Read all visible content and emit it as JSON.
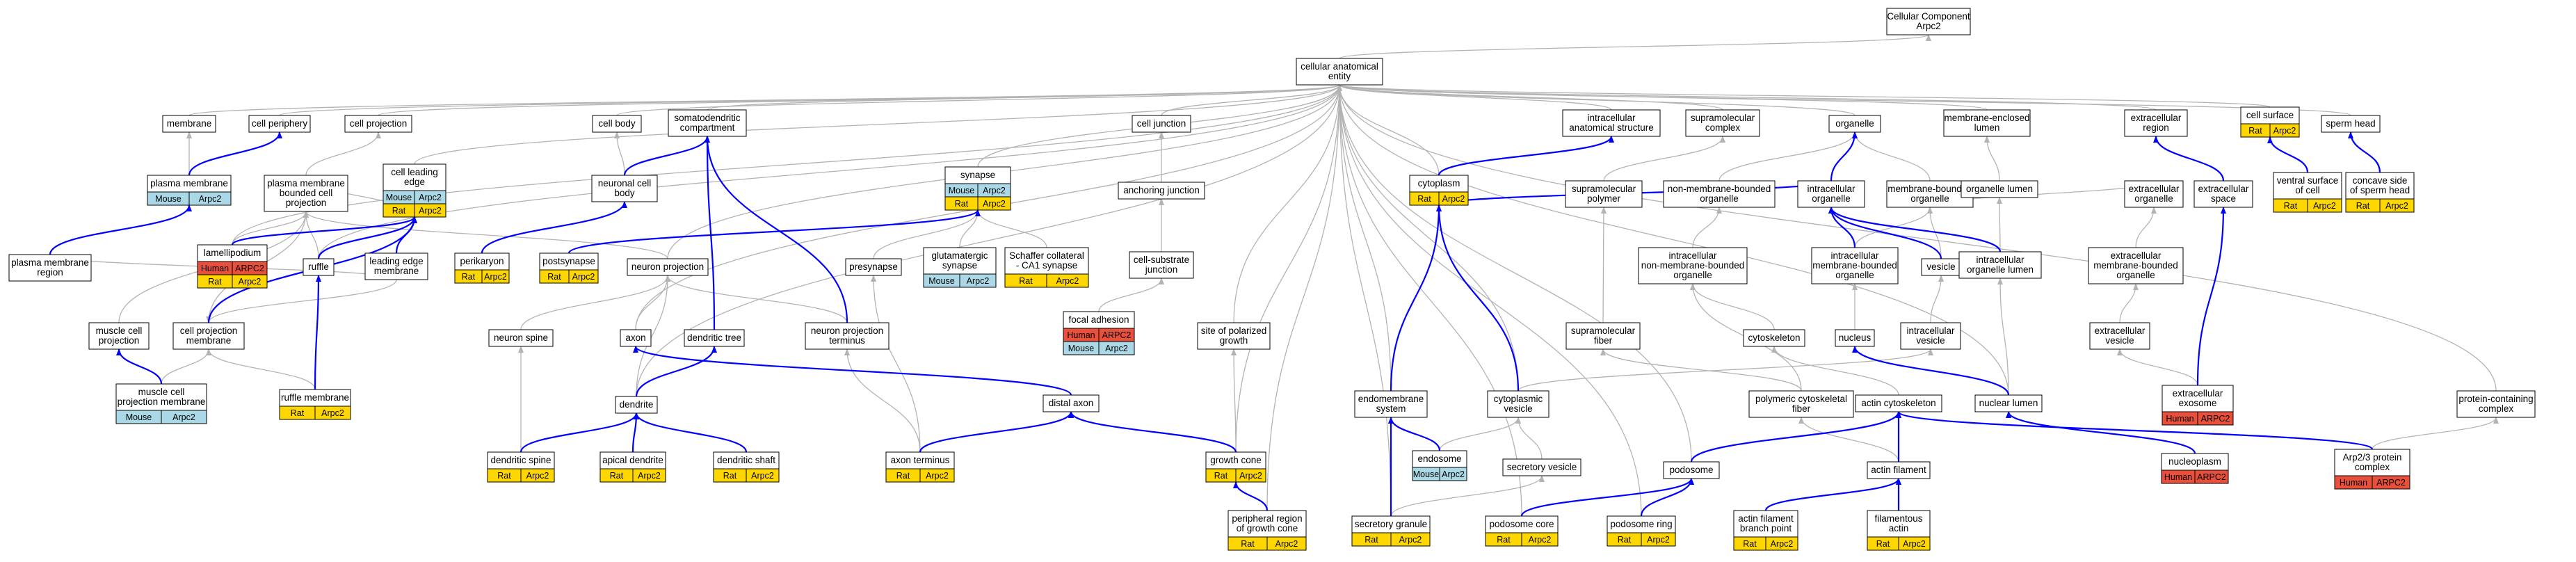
{
  "palette": {
    "mouse": "#aad8e6",
    "rat": "#ffd700",
    "human": "#e8503c",
    "edge_is_a": "#b3b3b3",
    "edge_part_of": "#0000ff"
  },
  "nodes": [
    {
      "id": "cc",
      "lines": [
        "Cellular Component",
        "Arpc2"
      ]
    },
    {
      "id": "cae",
      "lines": [
        "cellular anatomical",
        "entity"
      ]
    },
    {
      "id": "membrane",
      "lines": [
        "membrane"
      ]
    },
    {
      "id": "cellperiph",
      "lines": [
        "cell periphery"
      ]
    },
    {
      "id": "cellproj",
      "lines": [
        "cell projection"
      ]
    },
    {
      "id": "cellbody",
      "lines": [
        "cell body"
      ]
    },
    {
      "id": "somato",
      "lines": [
        "somatodendritic",
        "compartment"
      ]
    },
    {
      "id": "celljunc",
      "lines": [
        "cell junction"
      ]
    },
    {
      "id": "iastruct",
      "lines": [
        "intracellular",
        "anatomical structure"
      ]
    },
    {
      "id": "supracomplex",
      "lines": [
        "supramolecular",
        "complex"
      ]
    },
    {
      "id": "organelle",
      "lines": [
        "organelle"
      ]
    },
    {
      "id": "mel",
      "lines": [
        "membrane-enclosed",
        "lumen"
      ]
    },
    {
      "id": "ecregion",
      "lines": [
        "extracellular",
        "region"
      ]
    },
    {
      "id": "cellsurface",
      "lines": [
        "cell surface"
      ],
      "tags": [
        [
          "Rat",
          "rat"
        ],
        [
          "Arpc2",
          "rat"
        ]
      ]
    },
    {
      "id": "spermhead",
      "lines": [
        "sperm head"
      ]
    },
    {
      "id": "pm",
      "lines": [
        "plasma membrane"
      ],
      "tags": [
        [
          "Mouse",
          "mouse"
        ],
        [
          "Arpc2",
          "mouse"
        ]
      ]
    },
    {
      "id": "pmbcp",
      "lines": [
        "plasma membrane",
        "bounded cell",
        "projection"
      ]
    },
    {
      "id": "cle",
      "lines": [
        "cell leading",
        "edge"
      ],
      "tags": [
        [
          "Mouse",
          "mouse"
        ],
        [
          "Arpc2",
          "mouse"
        ],
        [
          "Rat",
          "rat"
        ],
        [
          "Arpc2",
          "rat"
        ]
      ]
    },
    {
      "id": "ncb",
      "lines": [
        "neuronal cell",
        "body"
      ]
    },
    {
      "id": "synapse",
      "lines": [
        "synapse"
      ],
      "tags": [
        [
          "Mouse",
          "mouse"
        ],
        [
          "Arpc2",
          "mouse"
        ],
        [
          "Rat",
          "rat"
        ],
        [
          "Arpc2",
          "rat"
        ]
      ]
    },
    {
      "id": "anchjunc",
      "lines": [
        "anchoring junction"
      ]
    },
    {
      "id": "cytoplasm",
      "lines": [
        "cytoplasm"
      ],
      "tags": [
        [
          "Rat",
          "rat"
        ],
        [
          "Arpc2",
          "rat"
        ]
      ]
    },
    {
      "id": "supropoly",
      "lines": [
        "supramolecular",
        "polymer"
      ]
    },
    {
      "id": "nmbo",
      "lines": [
        "non-membrane-bounded",
        "organelle"
      ]
    },
    {
      "id": "ico",
      "lines": [
        "intracellular",
        "organelle"
      ]
    },
    {
      "id": "mbo",
      "lines": [
        "membrane-bounded",
        "organelle"
      ]
    },
    {
      "id": "orglumen",
      "lines": [
        "organelle lumen"
      ]
    },
    {
      "id": "ecspace",
      "lines": [
        "extracellular",
        "space"
      ]
    },
    {
      "id": "ecorg",
      "lines": [
        "extracellular",
        "organelle"
      ]
    },
    {
      "id": "vsc",
      "lines": [
        "ventral surface",
        "of cell"
      ],
      "tags": [
        [
          "Rat",
          "rat"
        ],
        [
          "Arpc2",
          "rat"
        ]
      ]
    },
    {
      "id": "csh",
      "lines": [
        "concave side",
        "of sperm head"
      ],
      "tags": [
        [
          "Rat",
          "rat"
        ],
        [
          "Arpc2",
          "rat"
        ]
      ]
    },
    {
      "id": "pmr",
      "lines": [
        "plasma membrane",
        "region"
      ]
    },
    {
      "id": "lamell",
      "lines": [
        "lamellipodium"
      ],
      "tags": [
        [
          "Human",
          "human"
        ],
        [
          "ARPC2",
          "human"
        ],
        [
          "Rat",
          "rat"
        ],
        [
          "Arpc2",
          "rat"
        ]
      ]
    },
    {
      "id": "ruffle",
      "lines": [
        "ruffle"
      ]
    },
    {
      "id": "lem",
      "lines": [
        "leading edge",
        "membrane"
      ]
    },
    {
      "id": "perikaryon",
      "lines": [
        "perikaryon"
      ],
      "tags": [
        [
          "Rat",
          "rat"
        ],
        [
          "Arpc2",
          "rat"
        ]
      ]
    },
    {
      "id": "postsyn",
      "lines": [
        "postsynapse"
      ],
      "tags": [
        [
          "Rat",
          "rat"
        ],
        [
          "Arpc2",
          "rat"
        ]
      ]
    },
    {
      "id": "neuproj",
      "lines": [
        "neuron projection"
      ]
    },
    {
      "id": "presyn",
      "lines": [
        "presynapse"
      ]
    },
    {
      "id": "glusyn",
      "lines": [
        "glutamatergic",
        "synapse"
      ],
      "tags": [
        [
          "Mouse",
          "mouse"
        ],
        [
          "Arpc2",
          "mouse"
        ]
      ]
    },
    {
      "id": "schaffer",
      "lines": [
        "Schaffer collateral",
        "- CA1 synapse"
      ],
      "tags": [
        [
          "Rat",
          "rat"
        ],
        [
          "Arpc2",
          "rat"
        ]
      ]
    },
    {
      "id": "csj",
      "lines": [
        "cell-substrate",
        "junction"
      ]
    },
    {
      "id": "inmbo",
      "lines": [
        "intracellular",
        "non-membrane-bounded",
        "organelle"
      ]
    },
    {
      "id": "imbo",
      "lines": [
        "intracellular",
        "membrane-bounded",
        "organelle"
      ]
    },
    {
      "id": "vesicle",
      "lines": [
        "vesicle"
      ]
    },
    {
      "id": "iol",
      "lines": [
        "intracellular",
        "organelle lumen"
      ]
    },
    {
      "id": "embo",
      "lines": [
        "extracellular",
        "membrane-bounded",
        "organelle"
      ]
    },
    {
      "id": "mcp",
      "lines": [
        "muscle cell",
        "projection"
      ]
    },
    {
      "id": "cpm",
      "lines": [
        "cell projection",
        "membrane"
      ]
    },
    {
      "id": "nspine",
      "lines": [
        "neuron spine"
      ]
    },
    {
      "id": "axon",
      "lines": [
        "axon"
      ]
    },
    {
      "id": "dtree",
      "lines": [
        "dendritic tree"
      ]
    },
    {
      "id": "npt",
      "lines": [
        "neuron projection",
        "terminus"
      ]
    },
    {
      "id": "fa",
      "lines": [
        "focal adhesion"
      ],
      "tags": [
        [
          "Human",
          "human"
        ],
        [
          "ARPC2",
          "human"
        ],
        [
          "Mouse",
          "mouse"
        ],
        [
          "Arpc2",
          "mouse"
        ]
      ]
    },
    {
      "id": "spg",
      "lines": [
        "site of polarized",
        "growth"
      ]
    },
    {
      "id": "sfiber",
      "lines": [
        "supramolecular",
        "fiber"
      ]
    },
    {
      "id": "cytoskel",
      "lines": [
        "cytoskeleton"
      ]
    },
    {
      "id": "nucleus",
      "lines": [
        "nucleus"
      ]
    },
    {
      "id": "iv",
      "lines": [
        "intracellular",
        "vesicle"
      ]
    },
    {
      "id": "ecvesicle",
      "lines": [
        "extracellular",
        "vesicle"
      ]
    },
    {
      "id": "mcpm",
      "lines": [
        "muscle cell",
        "projection membrane"
      ],
      "tags": [
        [
          "Mouse",
          "mouse"
        ],
        [
          "Arpc2",
          "mouse"
        ]
      ]
    },
    {
      "id": "rufflem",
      "lines": [
        "ruffle membrane"
      ],
      "tags": [
        [
          "Rat",
          "rat"
        ],
        [
          "Arpc2",
          "rat"
        ]
      ]
    },
    {
      "id": "dendrite",
      "lines": [
        "dendrite"
      ]
    },
    {
      "id": "distaxon",
      "lines": [
        "distal axon"
      ]
    },
    {
      "id": "endomem",
      "lines": [
        "endomembrane",
        "system"
      ]
    },
    {
      "id": "cytovesicle",
      "lines": [
        "cytoplasmic",
        "vesicle"
      ]
    },
    {
      "id": "pcf",
      "lines": [
        "polymeric cytoskeletal",
        "fiber"
      ]
    },
    {
      "id": "actincyto",
      "lines": [
        "actin cytoskeleton"
      ]
    },
    {
      "id": "nuclumen",
      "lines": [
        "nuclear lumen"
      ]
    },
    {
      "id": "exosome",
      "lines": [
        "extracellular",
        "exosome"
      ],
      "tags": [
        [
          "Human",
          "human"
        ],
        [
          "ARPC2",
          "human"
        ]
      ]
    },
    {
      "id": "pcc",
      "lines": [
        "protein-containing",
        "complex"
      ]
    },
    {
      "id": "endosome",
      "lines": [
        "endosome"
      ],
      "tags": [
        [
          "Mouse",
          "mouse"
        ],
        [
          "Arpc2",
          "mouse"
        ]
      ]
    },
    {
      "id": "secves",
      "lines": [
        "secretory vesicle"
      ]
    },
    {
      "id": "podosome",
      "lines": [
        "podosome"
      ]
    },
    {
      "id": "actinfil",
      "lines": [
        "actin filament"
      ]
    },
    {
      "id": "nucleoplasm",
      "lines": [
        "nucleoplasm"
      ],
      "tags": [
        [
          "Human",
          "human"
        ],
        [
          "ARPC2",
          "human"
        ]
      ]
    },
    {
      "id": "arp23",
      "lines": [
        "Arp2/3 protein",
        "complex"
      ],
      "tags": [
        [
          "Human",
          "human"
        ],
        [
          "ARPC2",
          "human"
        ]
      ]
    },
    {
      "id": "dspine",
      "lines": [
        "dendritic spine"
      ],
      "tags": [
        [
          "Rat",
          "rat"
        ],
        [
          "Arpc2",
          "rat"
        ]
      ]
    },
    {
      "id": "apicald",
      "lines": [
        "apical dendrite"
      ],
      "tags": [
        [
          "Rat",
          "rat"
        ],
        [
          "Arpc2",
          "rat"
        ]
      ]
    },
    {
      "id": "dshaft",
      "lines": [
        "dendritic shaft"
      ],
      "tags": [
        [
          "Rat",
          "rat"
        ],
        [
          "Arpc2",
          "rat"
        ]
      ]
    },
    {
      "id": "axonterm",
      "lines": [
        "axon terminus"
      ],
      "tags": [
        [
          "Rat",
          "rat"
        ],
        [
          "Arpc2",
          "rat"
        ]
      ]
    },
    {
      "id": "growthcone",
      "lines": [
        "growth cone"
      ],
      "tags": [
        [
          "Rat",
          "rat"
        ],
        [
          "Arpc2",
          "rat"
        ]
      ]
    },
    {
      "id": "prgc",
      "lines": [
        "peripheral region",
        "of growth cone"
      ],
      "tags": [
        [
          "Rat",
          "rat"
        ],
        [
          "Arpc2",
          "rat"
        ]
      ]
    },
    {
      "id": "secgran",
      "lines": [
        "secretory granule"
      ],
      "tags": [
        [
          "Rat",
          "rat"
        ],
        [
          "Arpc2",
          "rat"
        ]
      ]
    },
    {
      "id": "podcore",
      "lines": [
        "podosome core"
      ],
      "tags": [
        [
          "Rat",
          "rat"
        ],
        [
          "Arpc2",
          "rat"
        ]
      ]
    },
    {
      "id": "podring",
      "lines": [
        "podosome ring"
      ],
      "tags": [
        [
          "Rat",
          "rat"
        ],
        [
          "Arpc2",
          "rat"
        ]
      ]
    },
    {
      "id": "afbp",
      "lines": [
        "actin filament",
        "branch point"
      ],
      "tags": [
        [
          "Rat",
          "rat"
        ],
        [
          "Arpc2",
          "rat"
        ]
      ]
    },
    {
      "id": "filactin",
      "lines": [
        "filamentous",
        "actin"
      ],
      "tags": [
        [
          "Rat",
          "rat"
        ],
        [
          "Arpc2",
          "rat"
        ]
      ]
    }
  ]
}
